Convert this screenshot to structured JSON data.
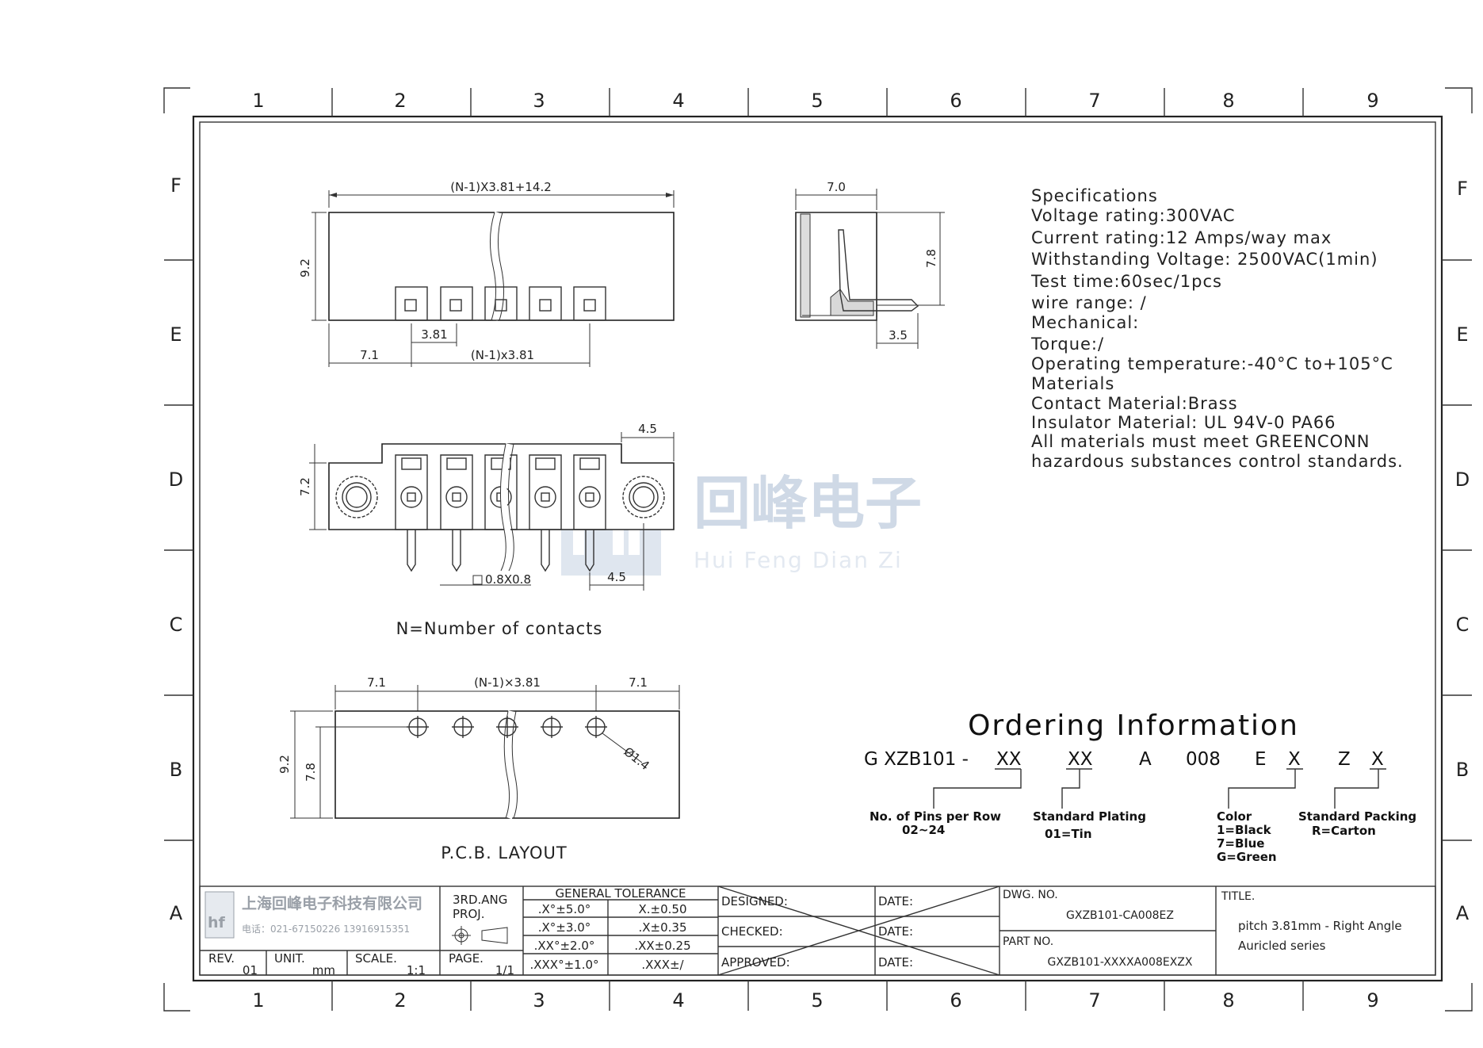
{
  "zones": {
    "columns": [
      "1",
      "2",
      "3",
      "4",
      "5",
      "6",
      "7",
      "8",
      "9"
    ],
    "rows": [
      "F",
      "E",
      "D",
      "C",
      "B",
      "A"
    ]
  },
  "views": {
    "top_view": {
      "overall_dim": "(N-1)X3.81+14.2",
      "height_dim": "9.2",
      "left_offset": "7.1",
      "pitch": "3.81",
      "span_dim": "(N-1)x3.81"
    },
    "side_view": {
      "width_dim": "7.0",
      "height_dim": "7.8",
      "pin_dim": "3.5"
    },
    "front_view": {
      "height_dim": "7.2",
      "ear_dim": "4.5",
      "pin_size": "0.8X0.8",
      "pin_offset": "4.5",
      "caption": "N=Number of contacts"
    },
    "pcb_layout": {
      "left_offset": "7.1",
      "span_dim": "(N-1)×3.81",
      "right_offset": "7.1",
      "height_dim": "9.2",
      "hole_row_dim": "7.8",
      "hole_dia": "Ø1.4",
      "caption": "P.C.B. LAYOUT"
    }
  },
  "specifications": [
    "Specifications",
    "Voltage rating:300VAC",
    "Current rating:12 Amps/way max",
    "Withstanding Voltage: 2500VAC(1min)",
    "Test time:60sec/1pcs",
    "wire range: /",
    "Mechanical:",
    "Torque:/",
    "Operating temperature:-40°C to+105°C",
    "Materials",
    "Contact Material:Brass",
    "Insulator Material: UL 94V-0 PA66",
    "All materials must meet GREENCONN",
    "hazardous substances control standards."
  ],
  "watermark": {
    "cn": "回峰电子",
    "en": "Hui Feng Dian Zi"
  },
  "ordering": {
    "title": "Ordering Information",
    "code_parts": [
      "G XZB101 -",
      "XX",
      "XX",
      "A",
      "008",
      "E",
      "X",
      "Z",
      "X"
    ],
    "pins_label": "No. of Pins per Row",
    "pins_range": "02~24",
    "plating_label": "Standard Plating",
    "plating_value": "01=Tin",
    "color_label": "Color",
    "color_values": [
      "1=Black",
      "7=Blue",
      "G=Green"
    ],
    "packing_label": "Standard Packing",
    "packing_value": "R=Carton"
  },
  "title_block": {
    "company_cn": "上海回峰电子科技有限公司",
    "company_phone": "电话：021-67150226  13916915351",
    "projection": "3RD.ANG",
    "proj": "PROJ.",
    "rev_label": "REV.",
    "rev_value": "01",
    "unit_label": "UNIT.",
    "unit_value": "mm",
    "scale_label": "SCALE.",
    "scale_value": "1:1",
    "page_label": "PAGE.",
    "page_value": "1/1",
    "tolerance_title": "GENERAL  TOLERANCE",
    "tolerances": [
      [
        ".X°±5.0°",
        "X.±0.50"
      ],
      [
        ".X°±3.0°",
        ".X±0.35"
      ],
      [
        ".XX°±2.0°",
        ".XX±0.25"
      ],
      [
        ".XXX°±1.0°",
        ".XXX±/"
      ]
    ],
    "designed": "DESIGNED:",
    "checked": "CHECKED:",
    "approved": "APPROVED:",
    "date": "DATE:",
    "dwg_label": "DWG.  NO.",
    "dwg_value": "GXZB101-CA008EZ",
    "part_label": "PART  NO.",
    "part_value": "GXZB101-XXXXA008EXZX",
    "title_label": "TITLE.",
    "title_line1": "pitch 3.81mm  - Right Angle",
    "title_line2": "Auricled series"
  }
}
